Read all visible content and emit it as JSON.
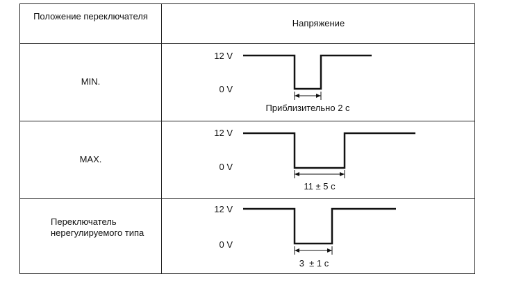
{
  "header": {
    "col1": "Положение переключателя",
    "col2": "Напряжение"
  },
  "rows": [
    {
      "label": "MIN.",
      "high_label": "12 V",
      "low_label": "0 V",
      "duration_label": "Приблизительно 2 с"
    },
    {
      "label": "MAX.",
      "high_label": "12 V",
      "low_label": "0 V",
      "duration_label": "11 ± 5 с"
    },
    {
      "label": "Переключатель нерегулируемого типа",
      "high_label": "12 V",
      "low_label": "0 V",
      "duration_label": "3  ± 1 с"
    }
  ]
}
